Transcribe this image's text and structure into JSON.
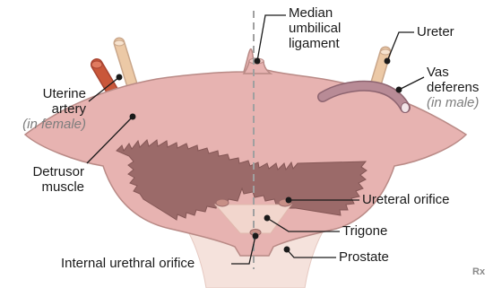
{
  "labels": {
    "median_umbilical_ligament": [
      "Median",
      "umbilical",
      "ligament"
    ],
    "ureter": "Ureter",
    "vas_deferens": [
      "Vas",
      "deferens"
    ],
    "vas_deferens_note": "(in male)",
    "uterine_artery": [
      "Uterine",
      "artery"
    ],
    "uterine_artery_note": "(in female)",
    "detrusor_muscle": [
      "Detrusor",
      "muscle"
    ],
    "ureteral_orifice": "Ureteral orifice",
    "trigone": "Trigone",
    "internal_urethral_orifice": "Internal urethral orifice",
    "prostate": "Prostate"
  },
  "watermark": "Rx",
  "colors": {
    "bladder_wall": "#e7b3b1",
    "bladder_wall_outer": "#f0cac6",
    "bladder_outline": "#b98a86",
    "lumen": "#9b6a69",
    "lumen_dark": "#855756",
    "trigone": "#f2d6cd",
    "prostate": "#f5e2dc",
    "uterine_artery": "#c9573a",
    "ureter": "#ecc9a6",
    "vas_deferens": "#b88b96",
    "midline": "#a0a0a0",
    "leader": "#1a1a1a"
  }
}
